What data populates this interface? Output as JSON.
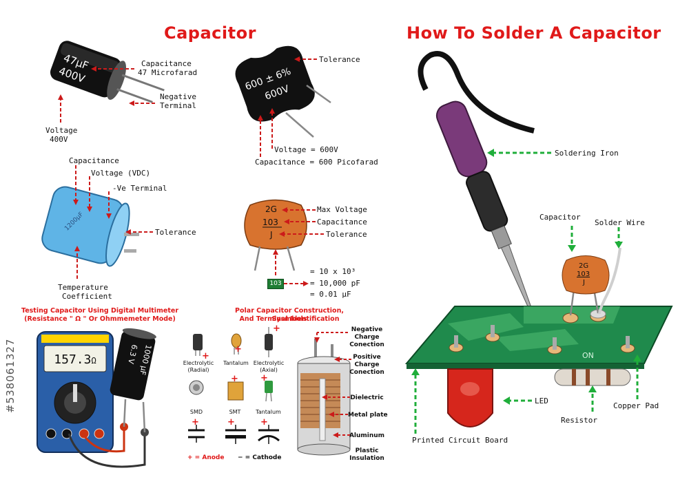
{
  "titles": {
    "left": "Capacitor",
    "right": "How To Solder A Capacitor"
  },
  "section_titles": {
    "testing": "Testing Capacitor Using Digital Multimeter",
    "testing_sub": "(Resistance \" Ω \" Or Ohmmemeter Mode)",
    "polar": "Polar Capacitor Construction, Sysmbols",
    "polar_sub": "And Terminal Identification"
  },
  "electrolytic": {
    "body_text_1": "47µF",
    "body_text_2": "400V",
    "capacitance": "Capacitance",
    "capacitance_value": "47 Microfarad",
    "negative": "Negative",
    "terminal": "Terminal",
    "voltage": "Voltage",
    "voltage_value": "400V"
  },
  "film": {
    "body_text_1": "600 ± 6%",
    "body_text_2": "600V",
    "tolerance": "Tolerance",
    "voltage": "Voltage = 600V",
    "capacitance": "Capacitance = 600 Picofarad"
  },
  "blue_cap": {
    "capacitance": "Capacitance",
    "voltage": "Voltage (VDC)",
    "ve_terminal": "-Ve Terminal",
    "tolerance": "Tolerance",
    "temp": "Temperature",
    "coeff": "Coefficient"
  },
  "ceramic": {
    "code_1": "2G",
    "code_2": "103",
    "code_3": "J",
    "max_voltage": "Max Voltage",
    "capacitance": "Capacitance",
    "tolerance": "Tolerance",
    "badge": "103",
    "eq_1": "= 10 x 10³",
    "eq_2": "= 10,000 pF",
    "eq_3": "= 0.01 µF"
  },
  "multimeter": {
    "display": "157.3",
    "unit": "Ω",
    "cap_text_1": "1000 µF",
    "cap_text_2": "6.3 V"
  },
  "symbols": {
    "radial": "Electrolytic",
    "radial_sub": "(Radial)",
    "tantalum": "Tantalum",
    "axial": "Electrolytic",
    "axial_sub": "(Axial)",
    "smd": "SMD",
    "smt": "SMT",
    "tantalum2": "Tantalum",
    "plus": "+",
    "minus": "−",
    "anode": "+ = Anode",
    "cathode": "− = Cathode"
  },
  "construction": {
    "negative": "Negative",
    "negative_2": "Charge",
    "negative_3": "Conection",
    "positive": "Positive",
    "positive_2": "Charge",
    "positive_3": "Conection",
    "dielectric": "Dielectric",
    "metal_plate": "Metal plate",
    "aluminum": "Aluminum",
    "plastic": "Plastic",
    "insulation": "Insulation"
  },
  "solder": {
    "soldering_iron": "Soldering Iron",
    "capacitor": "Capacitor",
    "solder_wire": "Solder Wire",
    "cap_code_1": "2G",
    "cap_code_2": "103",
    "cap_code_3": "J",
    "on_label": "ON",
    "led": "LED",
    "resistor": "Resistor",
    "copper_pad": "Copper Pad",
    "pcb": "Printed Circuit Board"
  },
  "watermark_id": "#538061327",
  "colors": {
    "title_red": "#e01919",
    "arrow_red": "#cc1a1a",
    "arrow_green": "#1fae3a",
    "pcb_green": "#1f8a4c",
    "iron_purple": "#7a3a7a",
    "ceramic_orange": "#d8732f",
    "blue_cap": "#5fb4e6"
  }
}
